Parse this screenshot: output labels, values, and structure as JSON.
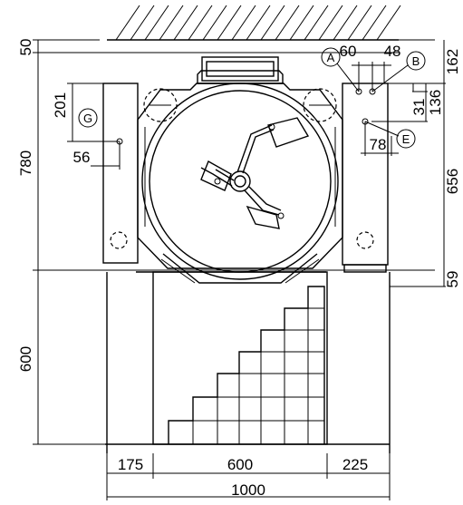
{
  "drawing": {
    "markers": [
      {
        "id": "marker-a",
        "letter": "A"
      },
      {
        "id": "marker-b",
        "letter": "B"
      },
      {
        "id": "marker-e",
        "letter": "E"
      },
      {
        "id": "marker-g",
        "letter": "G"
      }
    ],
    "dimensions": {
      "top_clearance": "50",
      "left_height": "780",
      "stair_height": "600",
      "bottom_left": "175",
      "bottom_middle": "600",
      "bottom_right": "225",
      "total_width": "1000",
      "g_vertical": "201",
      "g_horizontal": "56",
      "a_offset": "60",
      "b_offset": "48",
      "e_offset": "78",
      "right_top": "162",
      "right_31": "31",
      "right_136": "136",
      "right_height": "656",
      "right_bottom": "59"
    }
  }
}
